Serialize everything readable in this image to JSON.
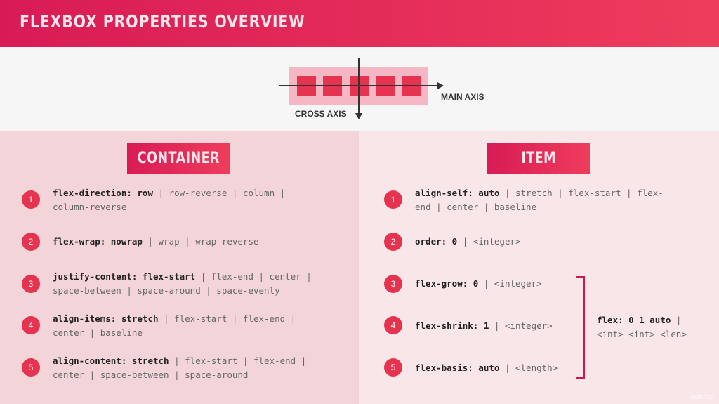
{
  "header": {
    "title": "FLEXBOX PROPERTIES OVERVIEW"
  },
  "diagram": {
    "main_axis_label": "MAIN AXIS",
    "cross_axis_label": "CROSS AXIS"
  },
  "container": {
    "title": "CONTAINER",
    "items": [
      {
        "number": "1",
        "key": "flex-direction: row",
        "line1_rest": " | row-reverse | column |",
        "line2": "column-reverse"
      },
      {
        "number": "2",
        "key": "flex-wrap: nowrap",
        "line1_rest": " | wrap | wrap-reverse",
        "line2": ""
      },
      {
        "number": "3",
        "key": "justify-content: flex-start",
        "line1_rest": " | flex-end | center |",
        "line2": "space-between | space-around | space-evenly"
      },
      {
        "number": "4",
        "key": "align-items: stretch",
        "line1_rest": " | flex-start | flex-end |",
        "line2": "center | baseline"
      },
      {
        "number": "5",
        "key": "align-content: stretch",
        "line1_rest": " | flex-start | flex-end |",
        "line2": "center | space-between | space-around"
      }
    ]
  },
  "item": {
    "title": "ITEM",
    "items": [
      {
        "number": "1",
        "key": "align-self: auto",
        "line1_rest": " | stretch | flex-start | flex-",
        "line2": "end | center | baseline"
      },
      {
        "number": "2",
        "key": "order: 0",
        "line1_rest": " | <integer>",
        "line2": ""
      },
      {
        "number": "3",
        "key": "flex-grow: 0",
        "line1_rest": " | <integer>",
        "line2": ""
      },
      {
        "number": "4",
        "key": "flex-shrink: 1",
        "line1_rest": " | <integer>",
        "line2": ""
      },
      {
        "number": "5",
        "key": "flex-basis: auto",
        "line1_rest": " | <length>",
        "line2": ""
      }
    ],
    "shorthand": {
      "key": "flex: 0 1 auto",
      "line1_rest": " |",
      "line2": "<int> <int> <len>"
    }
  },
  "brand": {
    "text": "ūdemy"
  },
  "colors": {
    "accent": "#e6334f",
    "header": "#d81b56",
    "left_panel": "#f3d5d9",
    "right_panel": "#f9e6e9"
  }
}
